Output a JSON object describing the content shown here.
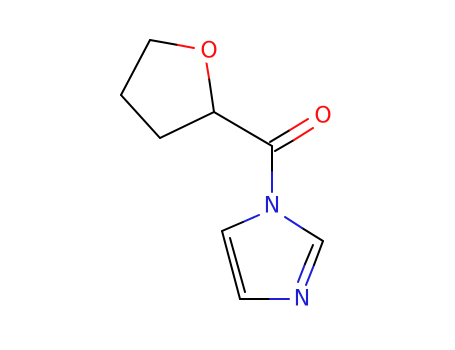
{
  "atoms": {
    "ring_oxygen": "O",
    "carbonyl_oxygen": "O",
    "imidazole_n1": "N",
    "imidazole_n3": "N"
  },
  "colors": {
    "oxygen": "#ff0d0d",
    "nitrogen": "#1f1fd8",
    "carbon_bond": "#000000",
    "background": "#ffffff"
  }
}
